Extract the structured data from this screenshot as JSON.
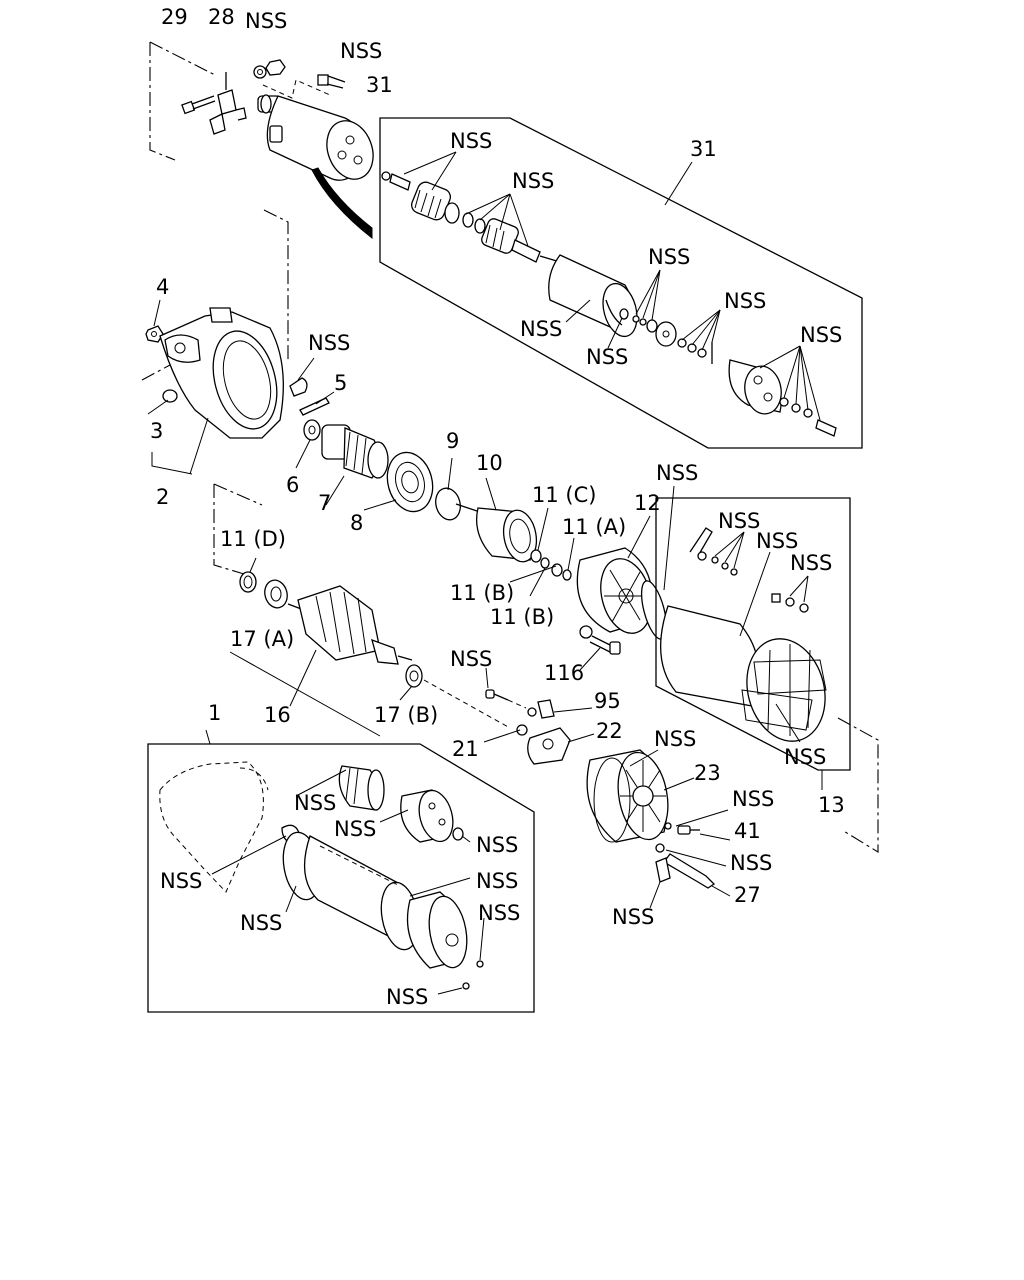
{
  "labels": {
    "l29": "29",
    "l28": "28",
    "nss_top1": "NSS",
    "nss_top2": "NSS",
    "l31a": "31",
    "l31b": "31",
    "nss_s1": "NSS",
    "nss_s2": "NSS",
    "nss_s3": "NSS",
    "nss_s4": "NSS",
    "nss_s5": "NSS",
    "nss_s6": "NSS",
    "nss_s7": "NSS",
    "l4": "4",
    "nss_a1": "NSS",
    "l5": "5",
    "l3": "3",
    "l2": "2",
    "l6": "6",
    "l7": "7",
    "l8": "8",
    "l9": "9",
    "l10": "10",
    "l11c": "11 (C)",
    "l11a": "11 (A)",
    "l11b1": "11 (B)",
    "l11b2": "11 (B)",
    "l11d": "11 (D)",
    "l12": "12",
    "nss_m1": "NSS",
    "nss_f1": "NSS",
    "nss_f2": "NSS",
    "nss_f3": "NSS",
    "nss_f4": "NSS",
    "l13": "13",
    "l17a": "17 (A)",
    "l16": "16",
    "l17b": "17 (B)",
    "nss_95": "NSS",
    "l95": "95",
    "l116": "116",
    "l21": "21",
    "l22": "22",
    "nss_22": "NSS",
    "l23": "23",
    "nss_41": "NSS",
    "l41": "41",
    "nss_27a": "NSS",
    "l27": "27",
    "nss_27b": "NSS",
    "l1": "1",
    "nss_b1": "NSS",
    "nss_b2": "NSS",
    "nss_b3": "NSS",
    "nss_b4": "NSS",
    "nss_b5": "NSS",
    "nss_b6": "NSS",
    "nss_b7": "NSS",
    "nss_b8": "NSS"
  }
}
